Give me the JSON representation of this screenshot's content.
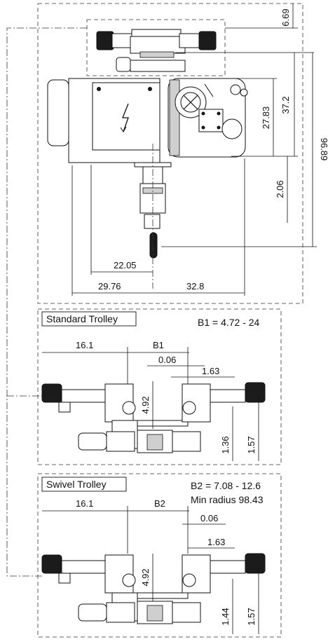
{
  "top_view": {
    "dim_top_right": "6.69",
    "dim_block_height": "27.83",
    "dim_overall_height": "37.2",
    "dim_total_height": "96.89",
    "dim_lower_offset": "2.06",
    "dim_left_inner": "22.05",
    "dim_left_total": "29.76",
    "dim_right_total": "32.8"
  },
  "standard_trolley": {
    "title": "Standard Trolley",
    "range_label": "B1 = 4.72 - 24",
    "dim_left_width": "16.1",
    "dim_center_label": "B1",
    "dim_small_offset": "0.06",
    "dim_flange_width": "1.63",
    "dim_wheel_height": "4.92",
    "dim_lower_a": "1.36",
    "dim_lower_b": "1.57"
  },
  "swivel_trolley": {
    "title": "Swivel Trolley",
    "range_label": "B2 = 7.08 - 12.6",
    "radius_label": "Min radius 98.43",
    "dim_left_width": "16.1",
    "dim_center_label": "B2",
    "dim_small_offset": "0.06",
    "dim_flange_width": "1.63",
    "dim_wheel_height": "4.92",
    "dim_lower_a": "1.44",
    "dim_lower_b": "1.57"
  }
}
